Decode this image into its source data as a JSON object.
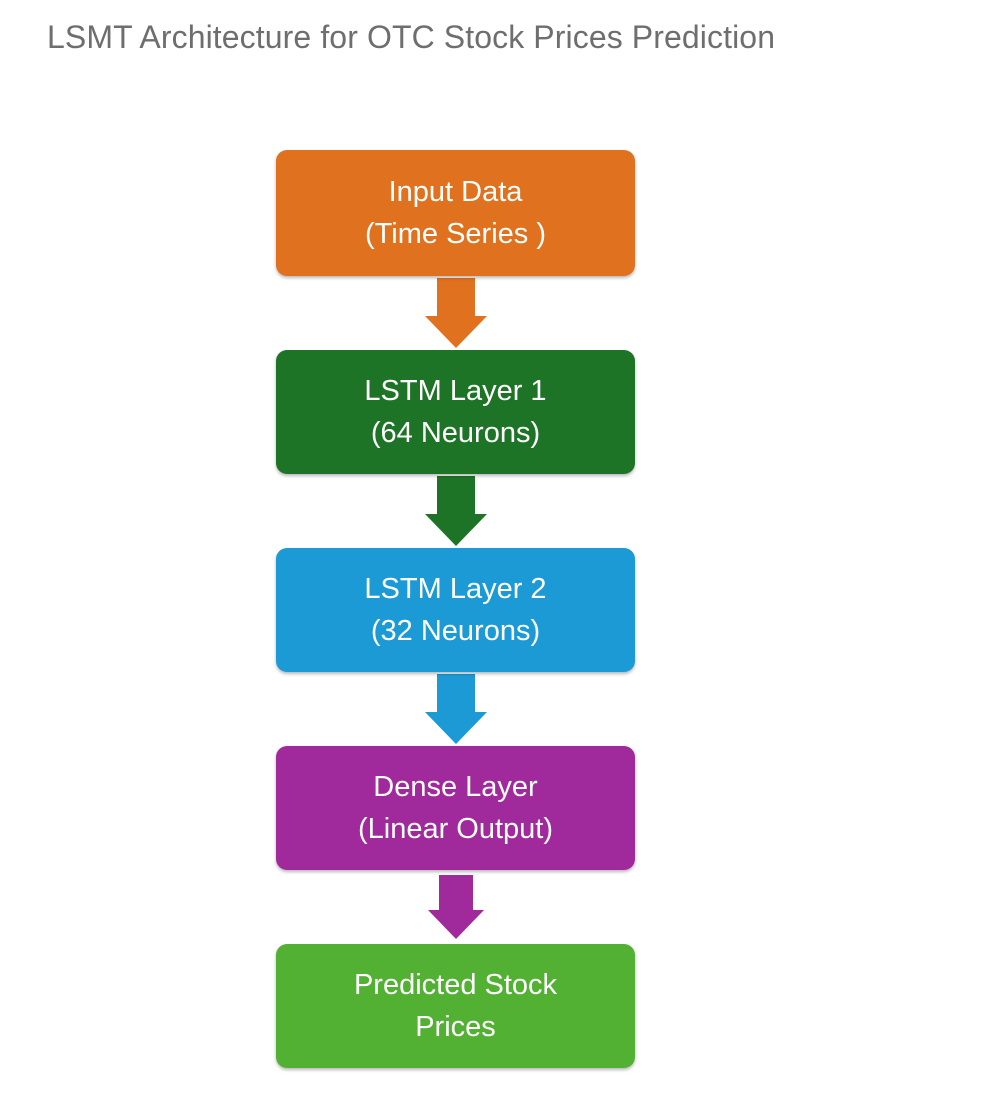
{
  "page": {
    "title": "LSMT Architecture for OTC Stock Prices Prediction",
    "title_color": "#6e6e6e",
    "background_color": "#ffffff"
  },
  "diagram": {
    "type": "flowchart",
    "orientation": "vertical",
    "node_text_color": "#ffffff",
    "nodes": [
      {
        "id": "input-data",
        "line1": "Input Data",
        "line2": "(Time Series )",
        "color": "#e0711e"
      },
      {
        "id": "lstm-layer-1",
        "line1": "LSTM Layer 1",
        "line2": "(64 Neurons)",
        "color": "#1e7426"
      },
      {
        "id": "lstm-layer-2",
        "line1": "LSTM Layer 2",
        "line2": "(32 Neurons)",
        "color": "#1c9ad6"
      },
      {
        "id": "dense-layer",
        "line1": "Dense Layer",
        "line2": "(Linear Output)",
        "color": "#a02a9c"
      },
      {
        "id": "predicted-stock-prices",
        "line1": "Predicted Stock Prices",
        "line2": "",
        "color": "#52b033"
      }
    ],
    "arrows": [
      {
        "id": "arrow-input-to-lstm1",
        "color": "#e0711e",
        "from": "input-data",
        "to": "lstm-layer-1"
      },
      {
        "id": "arrow-lstm1-to-lstm2",
        "color": "#1e7426",
        "from": "lstm-layer-1",
        "to": "lstm-layer-2"
      },
      {
        "id": "arrow-lstm2-to-dense",
        "color": "#1c9ad6",
        "from": "lstm-layer-2",
        "to": "dense-layer"
      },
      {
        "id": "arrow-dense-to-output",
        "color": "#a02a9c",
        "from": "dense-layer",
        "to": "predicted-stock-prices"
      }
    ]
  }
}
